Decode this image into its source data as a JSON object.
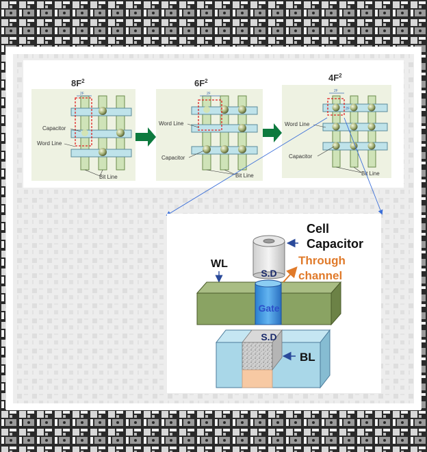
{
  "panels": [
    {
      "title_main": "8F",
      "title_sup": "2",
      "dim": "2F",
      "labels": [
        "Capacitor",
        "Word Line",
        "Bit Line"
      ]
    },
    {
      "title_main": "6F",
      "title_sup": "2",
      "dim": "2F",
      "labels": [
        "Word Line",
        "Capacitor",
        "Bit Line"
      ]
    },
    {
      "title_main": "4F",
      "title_sup": "2",
      "dim": "2F",
      "dim2": "2F",
      "labels": [
        "Word Line",
        "Capacitor",
        "Bit Line"
      ]
    }
  ],
  "detail": {
    "cell_line1": "Cell",
    "cell_line2": "Capacitor",
    "wl": "WL",
    "sd_top": "S.D",
    "through_line1": "Through",
    "through_line2": "channel",
    "gate": "Gate",
    "sd_bottom": "S.D",
    "bl": "BL"
  },
  "colors": {
    "arrow_green": "#0d7a3e",
    "through_orange": "#e07a2a",
    "label_navy": "#1a2a6a",
    "gate_blue": "#2b4fc9",
    "word_line_fill": "#bfe3ea",
    "bit_line_fill": "#cfe3b8",
    "gate_block": "#7f9a5c",
    "bl_block": "#a9d7e8",
    "pointer_blue": "#3b6fd9"
  }
}
